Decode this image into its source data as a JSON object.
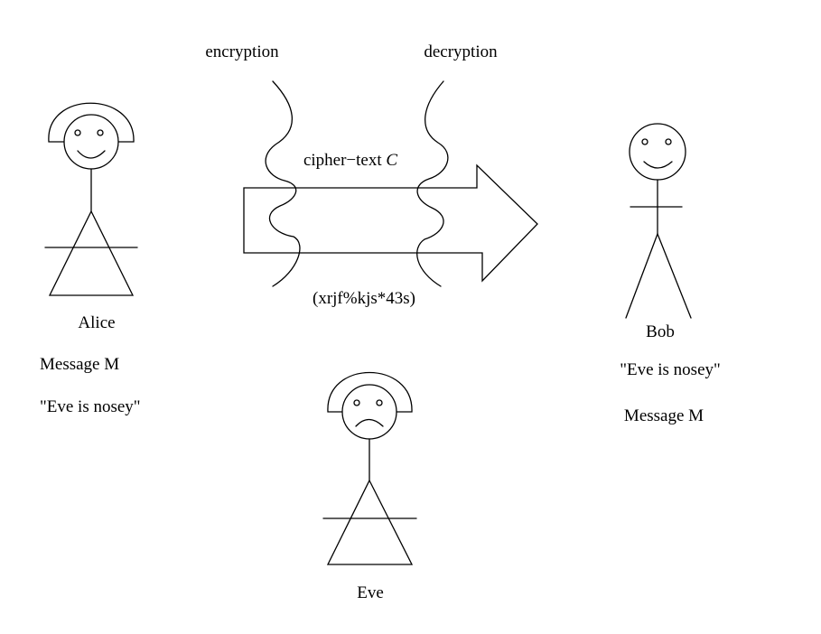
{
  "labels": {
    "encryption": "encryption",
    "decryption": "decryption",
    "ciphertext_prefix": "cipher−text ",
    "ciphertext_var": "C",
    "ciphertext_sample": "(xrjf%kjs*43s)"
  },
  "alice": {
    "name": "Alice",
    "message_label": "Message M",
    "message_text": "\"Eve is nosey\""
  },
  "bob": {
    "name": "Bob",
    "message_text": "\"Eve is nosey\"",
    "message_label": "Message M"
  },
  "eve": {
    "name": "Eve"
  }
}
